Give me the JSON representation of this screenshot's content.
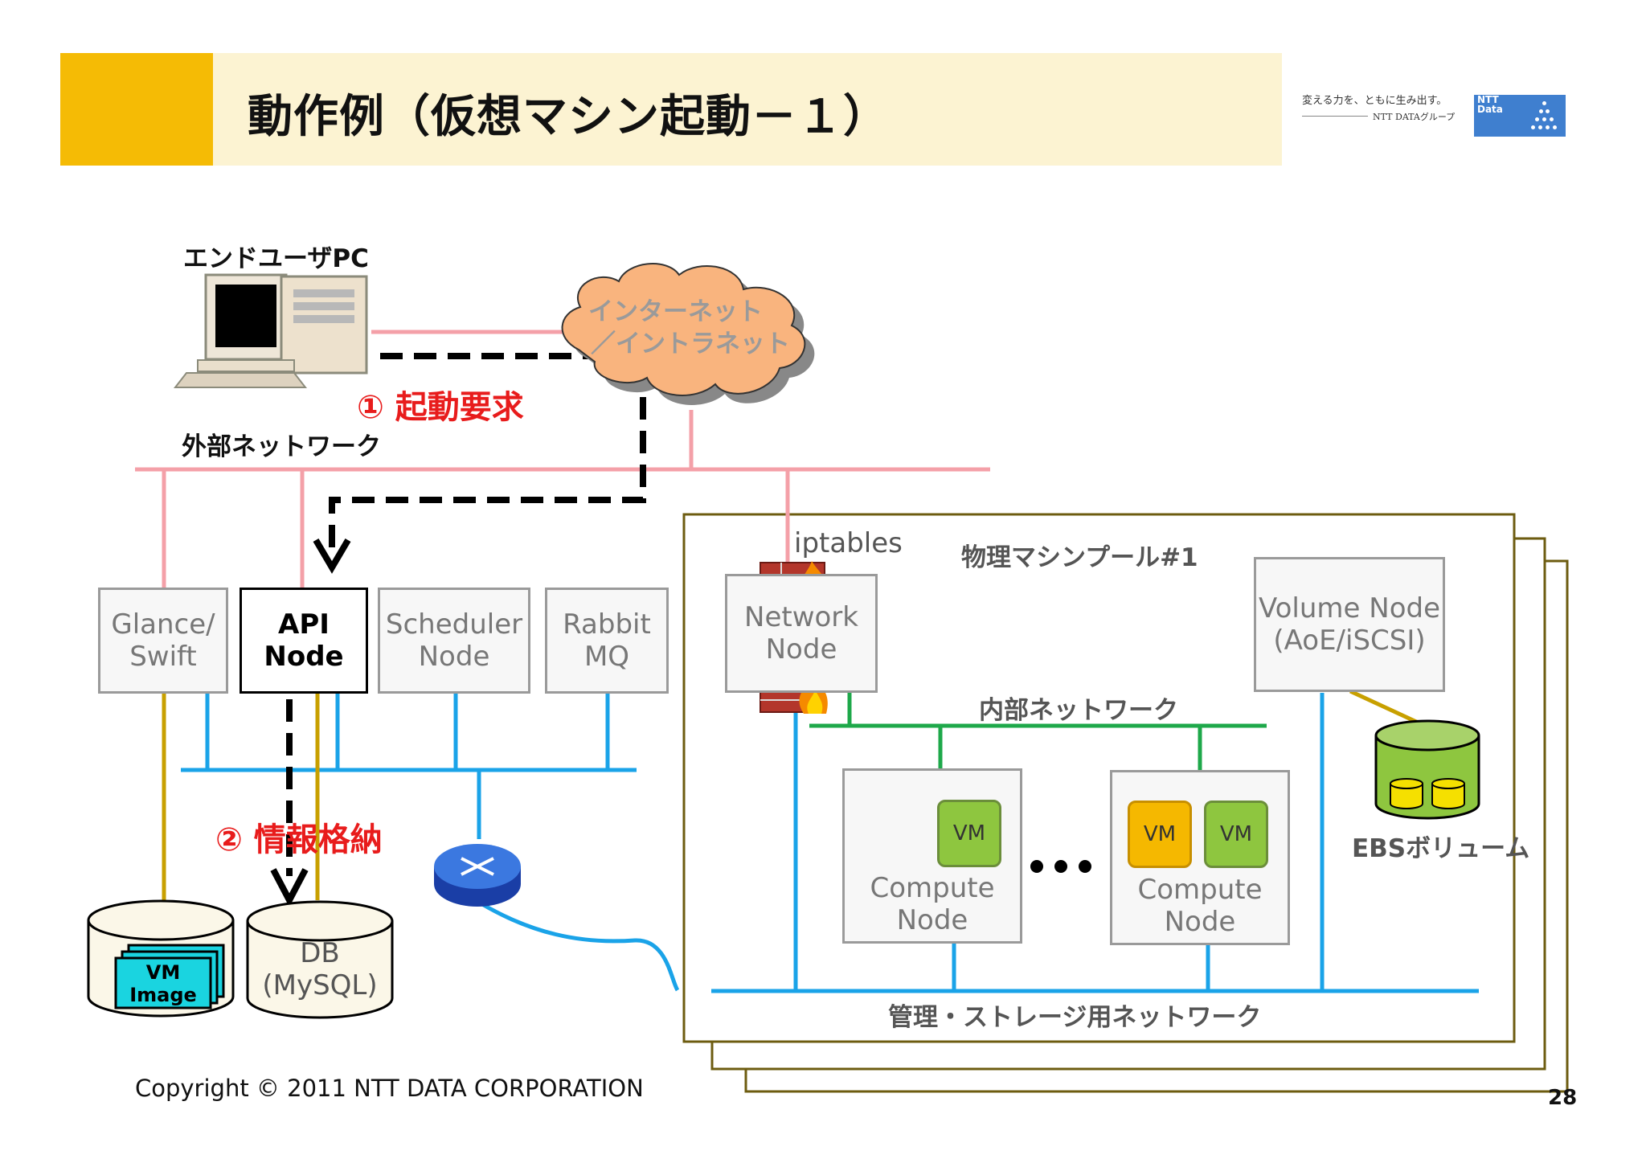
{
  "header": {
    "title": "動作例（仮想マシン起動－１）",
    "logo_tagline": "変える力を、ともに生み出す。",
    "logo_group": "NTT DATAグループ",
    "logo_mark": "NTT Data"
  },
  "labels": {
    "end_user_pc": "エンドユーザPC",
    "internet": "インターネット",
    "intranet": "／イントラネット",
    "external_network": "外部ネットワーク",
    "step1": "① 起動要求",
    "step2": "② 情報格納",
    "iptables": "iptables",
    "pool": "物理マシンプール#1",
    "internal_network": "内部ネットワーク",
    "mgmt_network": "管理・ストレージ用ネットワーク",
    "ebs": "EBSボリューム"
  },
  "nodes": {
    "glance_l1": "Glance/",
    "glance_l2": "Swift",
    "api_l1": "API",
    "api_l2": "Node",
    "scheduler_l1": "Scheduler",
    "scheduler_l2": "Node",
    "rabbit_l1": "Rabbit",
    "rabbit_l2": "MQ",
    "network_l1": "Network",
    "network_l2": "Node",
    "volume_l1": "Volume Node",
    "volume_l2": "(AoE/iSCSI)",
    "compute_l1": "Compute",
    "compute_l2": "Node",
    "vm": "VM",
    "db_l1": "DB",
    "db_l2": "(MySQL)",
    "vm_image_l1": "VM",
    "vm_image_l2": "Image"
  },
  "footer": {
    "copyright": "Copyright © 2011 NTT DATA CORPORATION",
    "page": "28"
  },
  "colors": {
    "accent": "#f5bb05",
    "external_network": "#f4a0a8",
    "internal_network": "#1ea84a",
    "mgmt_network": "#1aa3e8",
    "storage_link": "#c8a000",
    "flow_arrow": "#000000",
    "step_text": "#e81c1c"
  }
}
